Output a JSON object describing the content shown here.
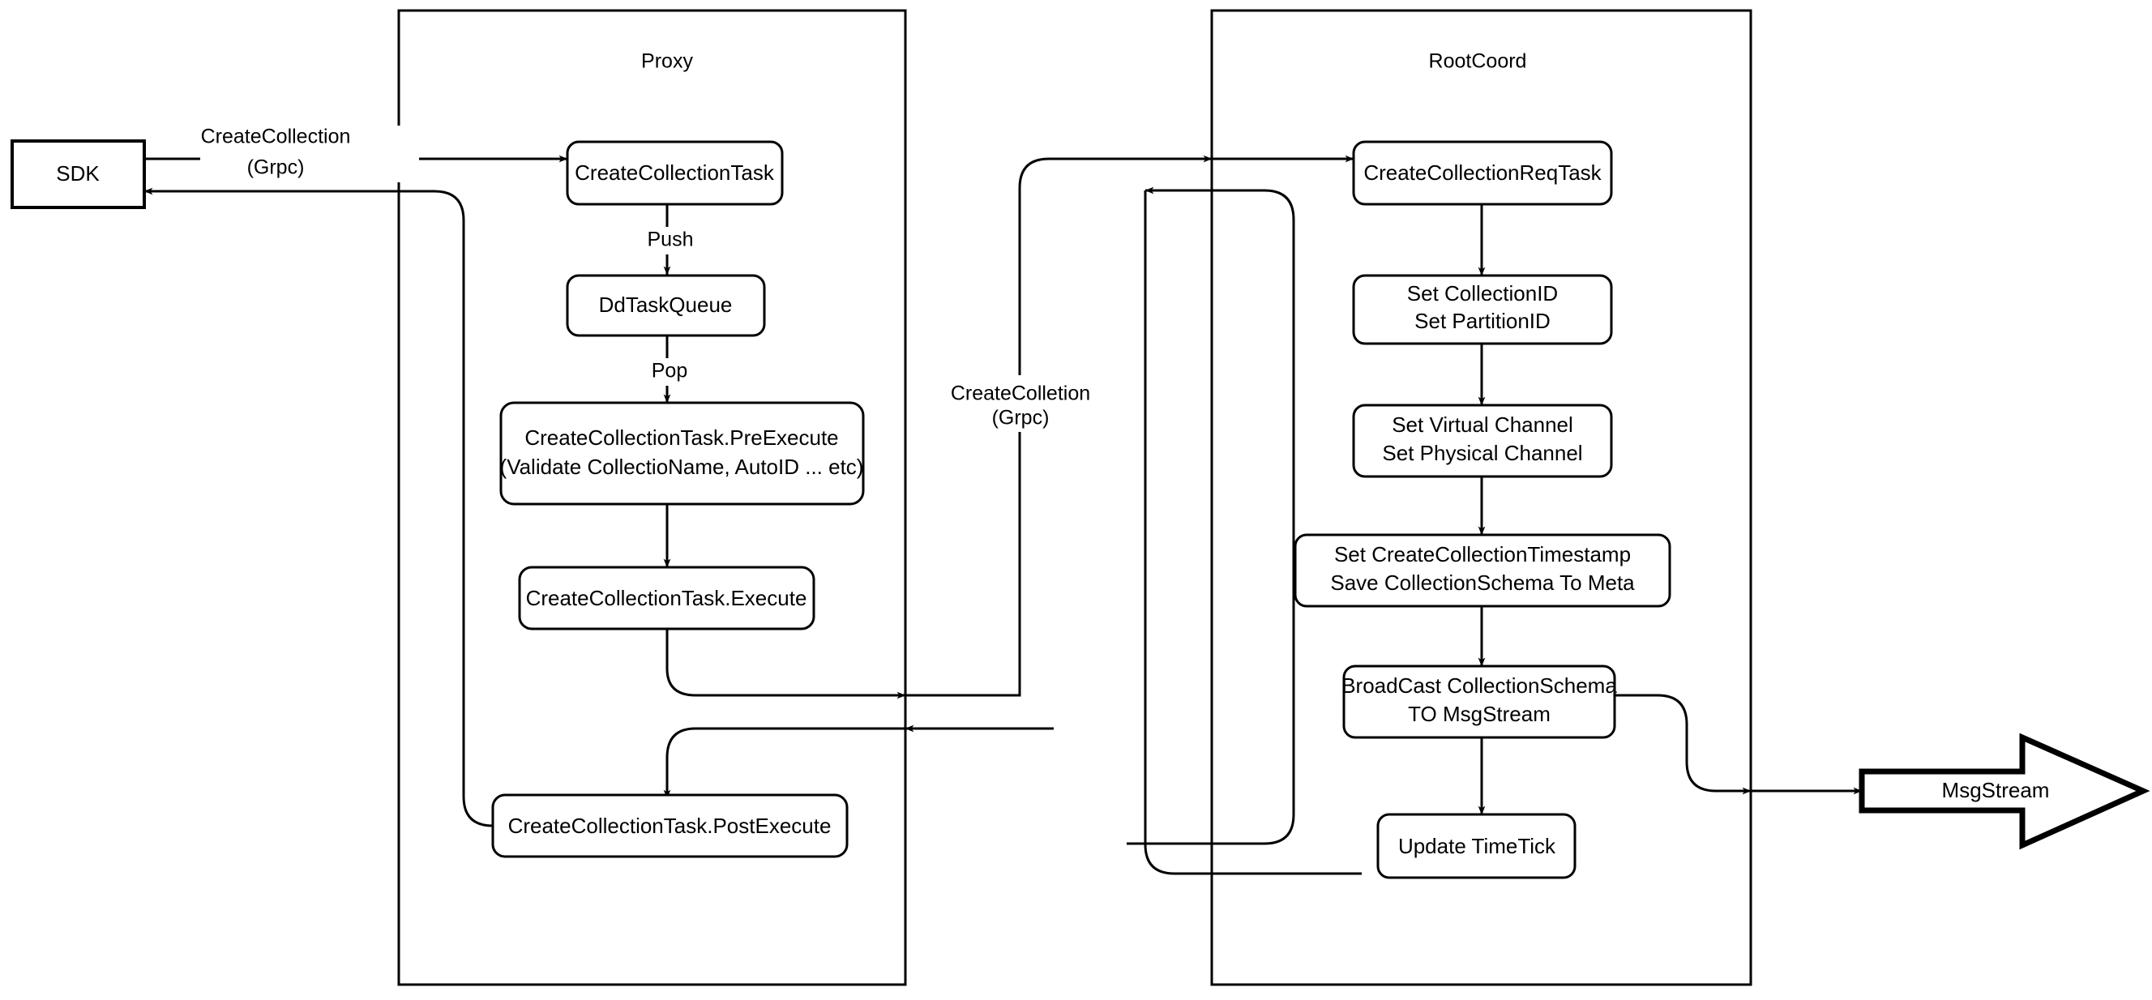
{
  "diagram": {
    "title": "CreateCollection flow",
    "background_color": "#ffffff",
    "stroke_color": "#000000"
  },
  "lanes": [
    {
      "id": "proxy",
      "title": "Proxy"
    },
    {
      "id": "rootcoord",
      "title": "RootCoord"
    }
  ],
  "external_nodes": {
    "sdk": {
      "label": "SDK",
      "shape": "rectangle"
    },
    "msgstream": {
      "label": "MsgStream",
      "shape": "block-arrow"
    }
  },
  "proxy_nodes": [
    {
      "id": "create-collection-task",
      "shape": "rounded-rect",
      "lines": [
        "CreateCollectionTask"
      ]
    },
    {
      "id": "dd-task-queue",
      "shape": "rounded-rect",
      "lines": [
        "DdTaskQueue"
      ]
    },
    {
      "id": "create-collection-task-preexecute",
      "shape": "rounded-rect",
      "lines": [
        "CreateCollectionTask.PreExecute",
        "(Validate CollectioName, AutoID ... etc)"
      ]
    },
    {
      "id": "create-collection-task-execute",
      "shape": "rounded-rect",
      "lines": [
        "CreateCollectionTask.Execute"
      ]
    },
    {
      "id": "create-collection-task-postexecute",
      "shape": "rounded-rect",
      "lines": [
        "CreateCollectionTask.PostExecute"
      ]
    }
  ],
  "rootcoord_nodes": [
    {
      "id": "create-collection-req-task",
      "shape": "rounded-rect",
      "lines": [
        "CreateCollectionReqTask"
      ]
    },
    {
      "id": "set-collection-id",
      "shape": "rounded-rect",
      "lines": [
        "Set CollectionID",
        "Set PartitionID"
      ]
    },
    {
      "id": "set-virtual-channel",
      "shape": "rounded-rect",
      "lines": [
        "Set Virtual Channel",
        "Set Physical Channel"
      ]
    },
    {
      "id": "set-create-collection-timestamp",
      "shape": "rounded-rect",
      "lines": [
        "Set CreateCollectionTimestamp",
        "Save CollectionSchema To Meta"
      ]
    },
    {
      "id": "broadcast-collection-schema",
      "shape": "rounded-rect",
      "lines": [
        "BroadCast CollectionSchema",
        "TO MsgStream"
      ]
    },
    {
      "id": "update-timetick",
      "shape": "rounded-rect",
      "lines": [
        "Update TimeTick"
      ]
    }
  ],
  "edge_labels": [
    {
      "id": "sdk-to-proxy",
      "lines": [
        "CreateCollection",
        "(Grpc)"
      ]
    },
    {
      "id": "push",
      "lines": [
        "Push"
      ]
    },
    {
      "id": "pop",
      "lines": [
        "Pop"
      ]
    },
    {
      "id": "proxy-to-rootcoord",
      "lines": [
        "CreateColletion",
        "(Grpc)"
      ]
    }
  ]
}
